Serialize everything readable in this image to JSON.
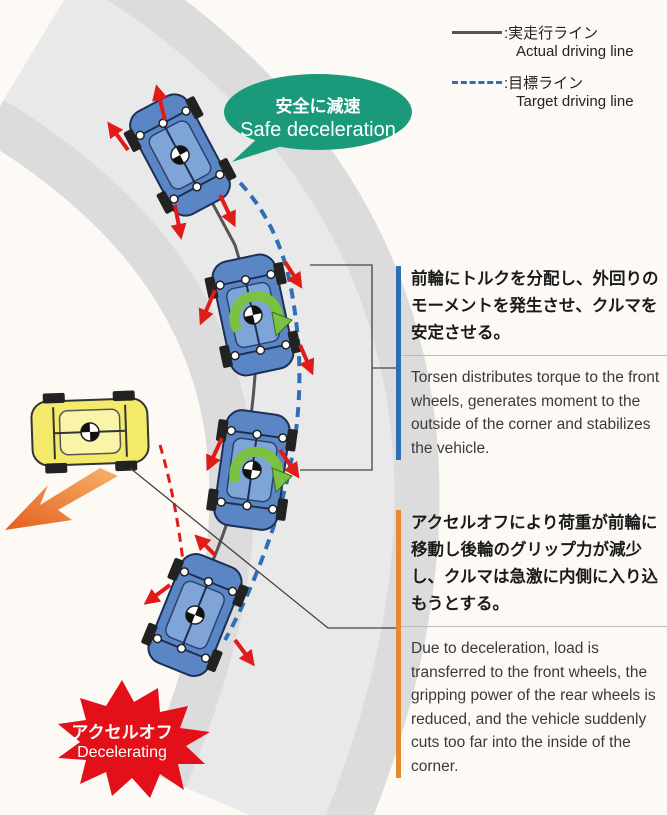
{
  "legend": {
    "actual_ja": ":実走行ライン",
    "actual_en": "Actual driving line",
    "target_ja": ":目標ライン",
    "target_en": "Target driving line",
    "actual_color": "#555555",
    "target_color": "#2e6fb7"
  },
  "bubble": {
    "ja": "安全に減速",
    "en": "Safe deceleration",
    "color": "#1a9a7a"
  },
  "burst": {
    "ja": "アクセルオフ",
    "en": "Decelerating",
    "color": "#e3101a"
  },
  "notes": {
    "torque": {
      "ja": "前輪にトルクを分配し、外回りのモーメントを発生させ、クルマを安定させる。",
      "en": "Torsen distributes torque to the front wheels, generates moment to the outside of the corner and stabilizes the vehicle.",
      "accent_color": "#2f6db5"
    },
    "decel": {
      "ja": "アクセルオフにより荷重が前輪に移動し後輪のグリップ力が減少し、クルマは急激に内側に入り込もうとする。",
      "en": "Due to deceleration, load is transferred to the front wheels, the gripping power of the rear wheels is reduced, and the vehicle suddenly cuts too far into the inside of the corner.",
      "accent_color": "#e58a2e"
    }
  },
  "colors": {
    "car_blue": "#5b86c6",
    "car_yellow": "#f4ea6a",
    "force_arrow": "#e11a1a",
    "moment_arrow": "#7cc242",
    "road": "#d7d7d7",
    "escape_arrow": "#ec6b22"
  }
}
